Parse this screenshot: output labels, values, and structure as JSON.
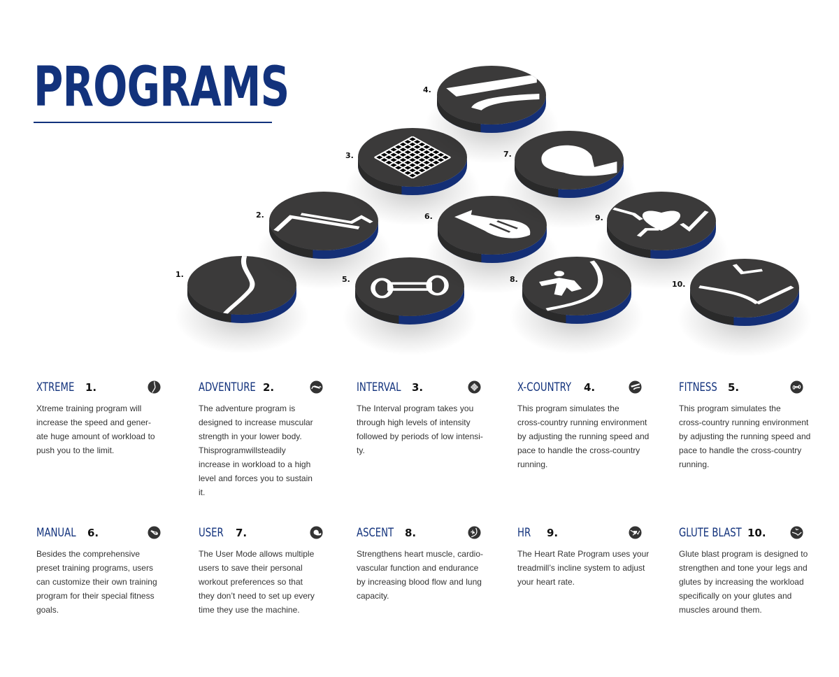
{
  "page": {
    "title": "PROGRAMS"
  },
  "discs": [
    {
      "num": "1.",
      "icon": "curve-line-icon"
    },
    {
      "num": "2.",
      "icon": "incline-path-icon"
    },
    {
      "num": "3.",
      "icon": "grid-interval-icon"
    },
    {
      "num": "4.",
      "icon": "cross-country-icon"
    },
    {
      "num": "5.",
      "icon": "dumbbell-icon"
    },
    {
      "num": "6.",
      "icon": "hand-pointer-icon"
    },
    {
      "num": "7.",
      "icon": "user-head-icon"
    },
    {
      "num": "8.",
      "icon": "runner-hill-icon"
    },
    {
      "num": "9.",
      "icon": "heart-rate-icon"
    },
    {
      "num": "10.",
      "icon": "glute-shape-icon"
    }
  ],
  "programs": [
    {
      "name": "XTREME",
      "num": "1.",
      "icon": "curve-line-icon",
      "lines": [
        "Xtreme training program will",
        "increase the speed and gener-",
        "ate huge amount of workload to",
        "push you to the limit."
      ]
    },
    {
      "name": "ADVENTURE",
      "num": "2.",
      "icon": "incline-path-icon",
      "lines": [
        "The adventure program is",
        "designed to increase muscular",
        "strength in your lower body.",
        "Thisprogramwillsteadily",
        "increase in workload to a high",
        "level and forces you to sustain",
        "it."
      ]
    },
    {
      "name": "INTERVAL",
      "num": "3.",
      "icon": "grid-interval-icon",
      "lines": [
        "The Interval program takes you",
        "through high levels of intensity",
        "followed by periods of low intensi-",
        "ty."
      ]
    },
    {
      "name": "X-COUNTRY",
      "num": "4.",
      "icon": "cross-country-icon",
      "lines": [
        "This program simulates the",
        "cross-country running environment",
        "by adjusting the running speed and",
        "pace to handle the cross-country",
        "running."
      ]
    },
    {
      "name": "FITNESS",
      "num": "5.",
      "icon": "dumbbell-icon",
      "lines": [
        "This program simulates the",
        "cross-country running environment",
        "by adjusting the running speed and",
        "pace to handle the cross-country",
        "running."
      ]
    },
    {
      "name": "MANUAL",
      "num": "6.",
      "icon": "hand-pointer-icon",
      "lines": [
        "Besides the comprehensive",
        "preset training programs, users",
        "can customize their own training",
        "program for their special fitness",
        "goals."
      ]
    },
    {
      "name": "USER",
      "num": "7.",
      "icon": "user-head-icon",
      "lines": [
        "The User Mode allows multiple",
        "users to save their personal",
        "workout preferences so that",
        "they don’t need to set up every",
        "time they use the machine."
      ]
    },
    {
      "name": "ASCENT",
      "num": "8.",
      "icon": "runner-hill-icon",
      "lines": [
        "Strengthens heart muscle, cardio-",
        "vascular function and endurance",
        "by increasing blood flow and lung",
        "capacity."
      ]
    },
    {
      "name": "HR",
      "num": "9.",
      "icon": "heart-rate-icon",
      "lines": [
        "The Heart Rate Program uses your",
        "treadmill’s incline system to adjust",
        "your heart rate."
      ]
    },
    {
      "name": "GLUTE BLAST",
      "num": "10.",
      "icon": "glute-shape-icon",
      "lines": [
        "Glute blast program is designed to",
        "strengthen and tone your legs and",
        "glutes by increasing the workload",
        "specifically on your glutes and",
        "muscles around them."
      ]
    }
  ],
  "colors": {
    "brand_blue": "#12327c",
    "disc_top": "#3b3a3a",
    "disc_side": "#142f76",
    "text": "#333333"
  }
}
